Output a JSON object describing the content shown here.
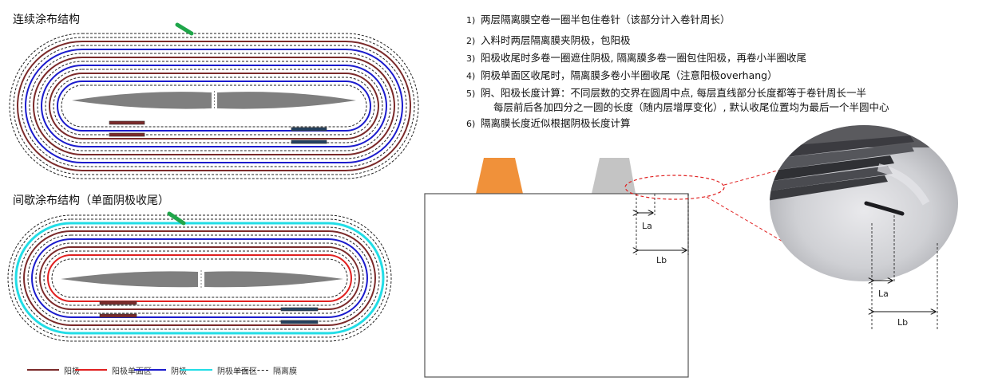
{
  "diagram1": {
    "title": "连续涂布结构"
  },
  "diagram2": {
    "title": "间歇涂布结构（单面阴极收尾）"
  },
  "notes": [
    {
      "num": "1)",
      "text": "两层隔离膜空卷一圈半包住卷针（该部分计入卷针周长）"
    },
    {
      "num": "2)",
      "text": "入料时两层隔离膜夹阴极，包阳极"
    },
    {
      "num": "3)",
      "text": "阳极收尾时多卷一圈遮住阴极, 隔离膜多卷一圈包住阳极，再卷小半圈收尾"
    },
    {
      "num": "4)",
      "text": "阴极单面区收尾时，隔离膜多卷小半圈收尾（注意阳极overhang）"
    },
    {
      "num": "5)",
      "text": "阴、阳极长度计算：不同层数的交界在圆周中点, 每层直线部分长度都等于卷针周长一半"
    },
    {
      "num": "",
      "text": "每层前后各加四分之一圆的长度（随内层增厚变化）, 默认收尾位置均为最后一个半圆中心"
    },
    {
      "num": "6)",
      "text": "隔离膜长度近似根据阴极长度计算"
    }
  ],
  "legend": [
    {
      "label": "阳极",
      "color": "#7b2a2a",
      "style": "solid"
    },
    {
      "label": "阳极单面区",
      "color": "#e02020",
      "style": "solid"
    },
    {
      "label": "阴极",
      "color": "#1b1bcc",
      "style": "solid"
    },
    {
      "label": "阴极单面区",
      "color": "#22dde6",
      "style": "solid"
    },
    {
      "label": "隔离膜",
      "color": "#222222",
      "style": "dashed"
    }
  ],
  "cell": {
    "la_label": "La",
    "lb_label": "Lb",
    "tab_left_color": "#f0913a",
    "tab_right_color": "#c4c4c4"
  },
  "photo": {
    "la_label": "La",
    "lb_label": "Lb"
  }
}
